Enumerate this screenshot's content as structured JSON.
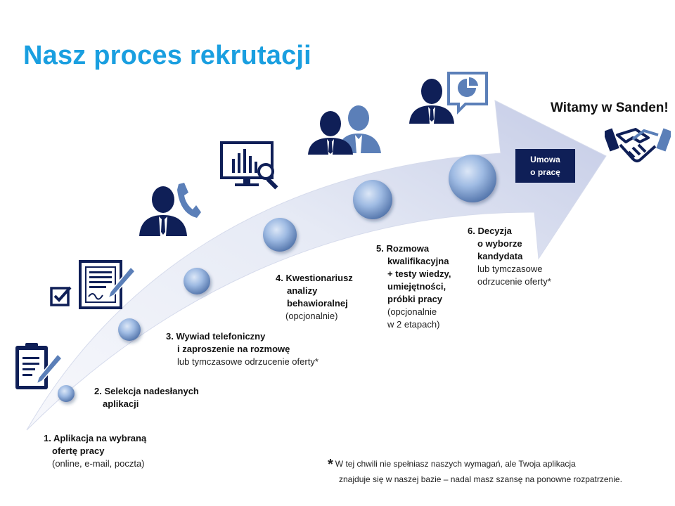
{
  "title": "Nasz proces rekrutacji",
  "welcome": "Witamy w Sanden!",
  "contract": {
    "line1": "Umowa",
    "line2": "o pracę"
  },
  "steps": [
    {
      "bold": [
        "1. Aplikacja na wybraną",
        "ofertę pracy"
      ],
      "normal": [
        "(online, e-mail, poczta)"
      ]
    },
    {
      "bold": [
        "2. Selekcja nadesłanych",
        "aplikacji"
      ],
      "normal": []
    },
    {
      "bold": [
        "3. Wywiad telefoniczny",
        "i zaproszenie na rozmowę"
      ],
      "normal": [
        "lub tymczasowe odrzucenie oferty*"
      ]
    },
    {
      "bold": [
        "4. Kwestionariusz",
        "analizy",
        "behawioralnej"
      ],
      "normal": [
        "(opcjonalnie)"
      ]
    },
    {
      "bold": [
        "5. Rozmowa",
        "kwalifikacyjna",
        "+ testy wiedzy,",
        "umiejętności,",
        "próbki pracy"
      ],
      "normal": [
        "(opcjonalnie",
        "w 2 etapach)"
      ]
    },
    {
      "bold": [
        "6. Decyzja",
        "o wyborze",
        "kandydata"
      ],
      "normal": [
        "lub tymczasowe",
        "odrzucenie oferty*"
      ]
    }
  ],
  "footnote": {
    "star": "*",
    "line1": "W tej chwili nie spełniasz naszych wymagań, ale Twoja aplikacja",
    "line2": "znajduje się w naszej bazie – nadal masz szansę na ponowne rozpatrzenie."
  },
  "colors": {
    "title": "#1a9fe0",
    "navy": "#0f1f57",
    "arrow_light": "#eef1fa",
    "arrow_dark": "#b5bedf",
    "person_light": "#5b7fb8"
  },
  "icons": [
    "clipboard-icon",
    "checkbox-icon",
    "contract-document-icon",
    "person-phone-icon",
    "monitor-chart-search-icon",
    "two-persons-icon",
    "person-presentation-icon",
    "handshake-icon"
  ]
}
